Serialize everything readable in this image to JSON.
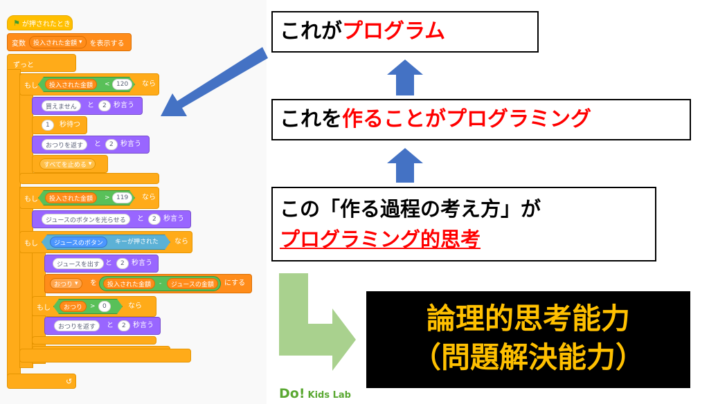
{
  "scratch": {
    "hat": "が押されたとき",
    "var_show": {
      "prefix": "変数",
      "var": "投入された金額",
      "suffix": "を表示する"
    },
    "forever": "ずっと",
    "if_label": "もし",
    "then_label": "なら",
    "say_suffix": "秒言う",
    "wait_suffix": "秒待つ",
    "to_label": "と",
    "if1": {
      "var": "投入された金額",
      "op": "<",
      "value": "120"
    },
    "say1": {
      "text": "買えません",
      "secs": "2"
    },
    "wait1": {
      "secs": "1"
    },
    "say2": {
      "text": "おつりを返す",
      "secs": "2"
    },
    "stop": "すべてを止める",
    "if2": {
      "var": "投入された金額",
      "op": ">",
      "value": "119"
    },
    "say3": {
      "text": "ジュースのボタンを光らせる",
      "secs": "2"
    },
    "if3": {
      "sensor": "ジュースのボタン",
      "key_text": "キーが押された"
    },
    "say4": {
      "text": "ジュースを出す",
      "secs": "2"
    },
    "set_var": {
      "var": "おつり",
      "to": "を",
      "left": "投入された金額",
      "minus": "-",
      "right": "ジュースの金額",
      "suffix": "にする"
    },
    "if4": {
      "var": "おつり",
      "op": ">",
      "value": "0"
    },
    "say5": {
      "text": "おつりを返す",
      "secs": "2"
    }
  },
  "boxes": {
    "program": {
      "plain": "これが",
      "red": "プログラム"
    },
    "programming": {
      "plain": "これを",
      "red": "作ることがプログラミング"
    },
    "thinking": {
      "line1": "この「作る過程の考え方」が",
      "line2": "プログラミング的思考"
    },
    "logic": {
      "line1": "論理的思考能力",
      "line2": "（問題解決能力）"
    }
  },
  "logo": {
    "mark": "Do!",
    "text": "Kids Lab"
  },
  "colors": {
    "arrow_blue": "#4472c4",
    "arrow_green": "#a9d18e",
    "logic_text": "#ffc000",
    "red": "#ff0000"
  }
}
